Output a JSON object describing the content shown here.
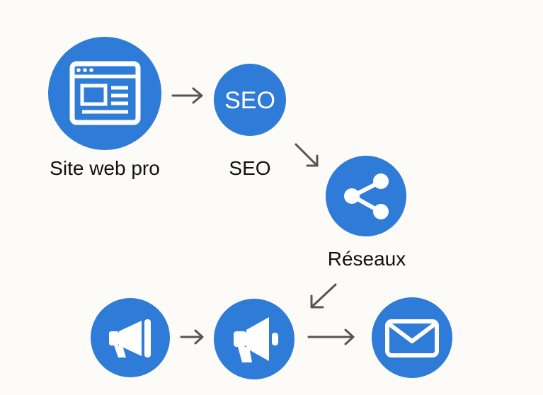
{
  "colors": {
    "node_fill": "#2f7bd8",
    "icon": "#ffffff",
    "arrow": "#555555",
    "label": "#111111",
    "background": "#fcfbf8"
  },
  "nodes": [
    {
      "icon": "browser-window-icon",
      "label": "Site web pro"
    },
    {
      "icon": "seo-icon",
      "icon_text": "SEO",
      "label": "SEO"
    },
    {
      "icon": "share-icon",
      "label": "Réseaux"
    },
    {
      "icon": "megaphone-icon",
      "label": ""
    },
    {
      "icon": "megaphone-icon",
      "label": ""
    },
    {
      "icon": "envelope-icon",
      "label": ""
    }
  ]
}
